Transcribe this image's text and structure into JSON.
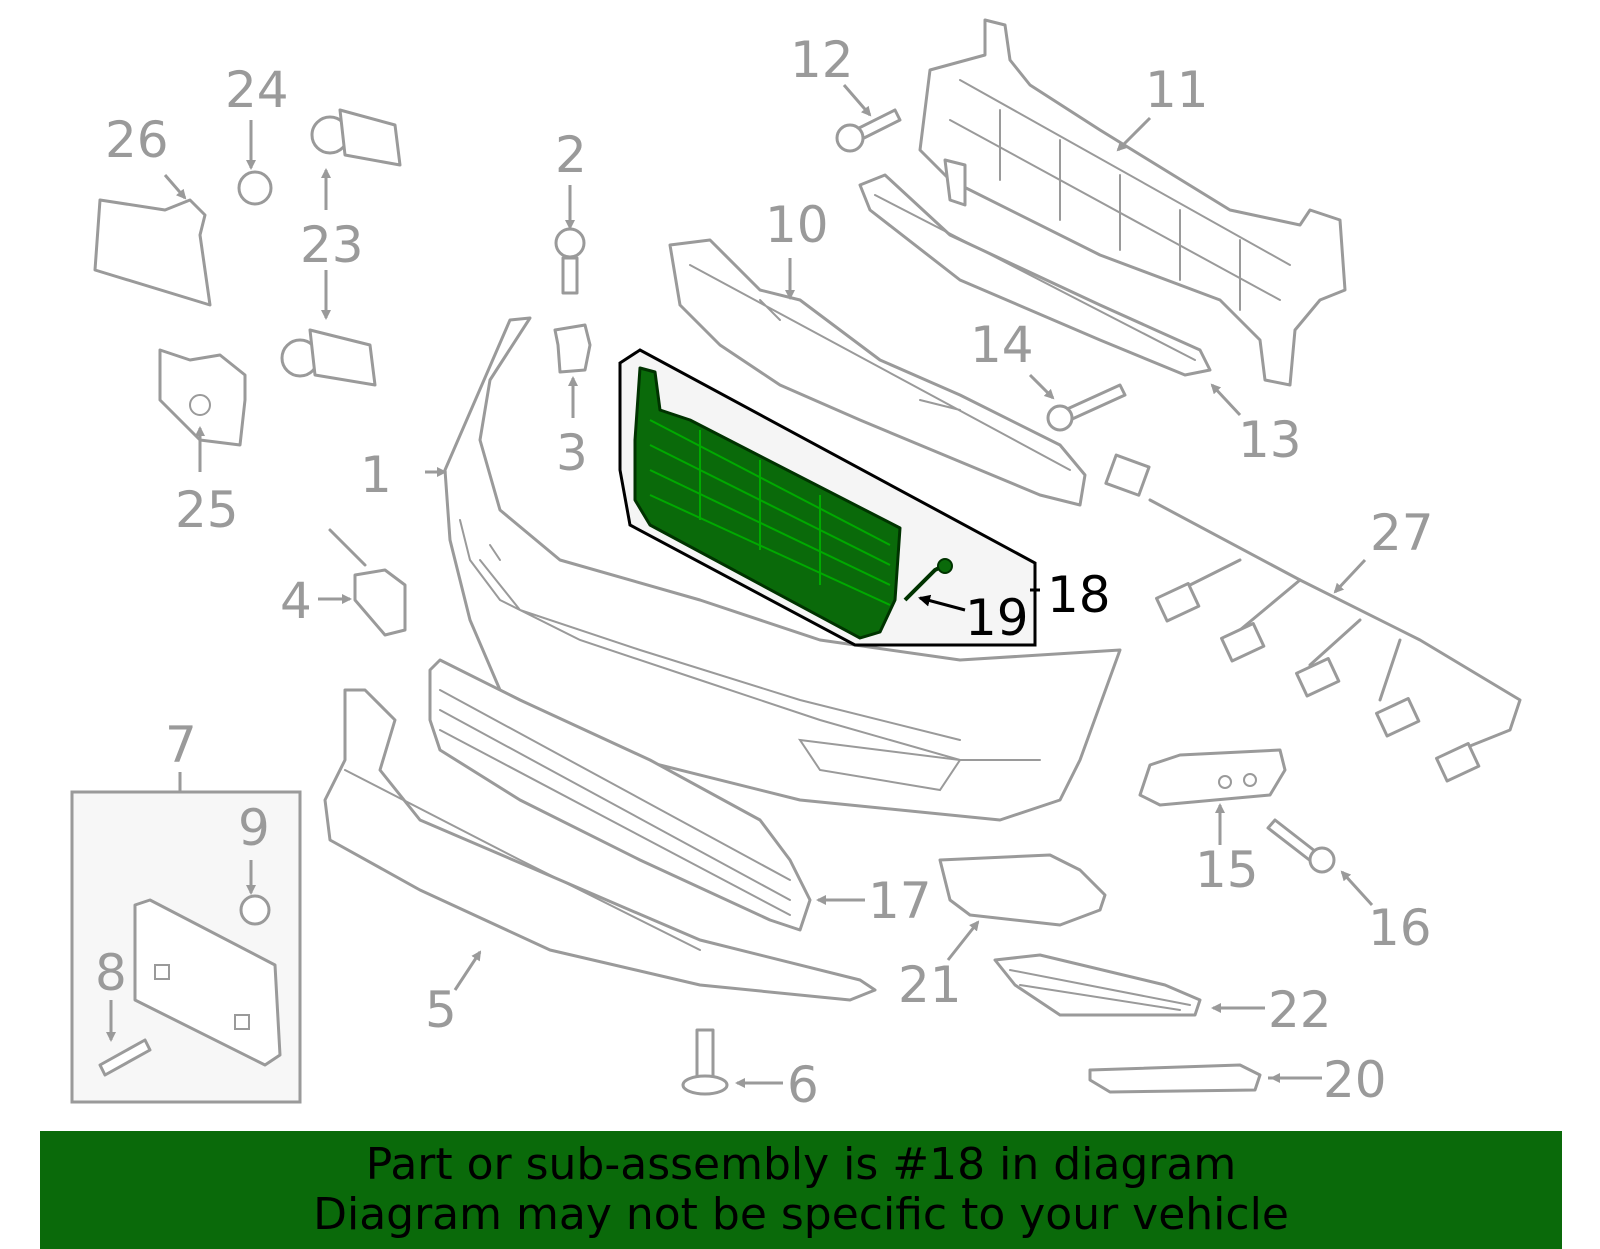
{
  "diagram": {
    "callouts": {
      "c1": "1",
      "c2": "2",
      "c3": "3",
      "c4": "4",
      "c5": "5",
      "c6": "6",
      "c7": "7",
      "c8": "8",
      "c9": "9",
      "c10": "10",
      "c11": "11",
      "c12": "12",
      "c13": "13",
      "c14": "14",
      "c15": "15",
      "c16": "16",
      "c17": "17",
      "c18": "18",
      "c19": "19",
      "c20": "20",
      "c21": "21",
      "c22": "22",
      "c23": "23",
      "c24": "24",
      "c25": "25",
      "c26": "26",
      "c27": "27"
    },
    "highlighted_part": "18",
    "colors": {
      "highlight": "#0a6a0a",
      "line": "#9a9a9a",
      "banner": "#0a6a0a"
    }
  },
  "banner": {
    "line1": "Part or sub-assembly is #18 in diagram",
    "line2": "Diagram may not be specific to your vehicle"
  }
}
